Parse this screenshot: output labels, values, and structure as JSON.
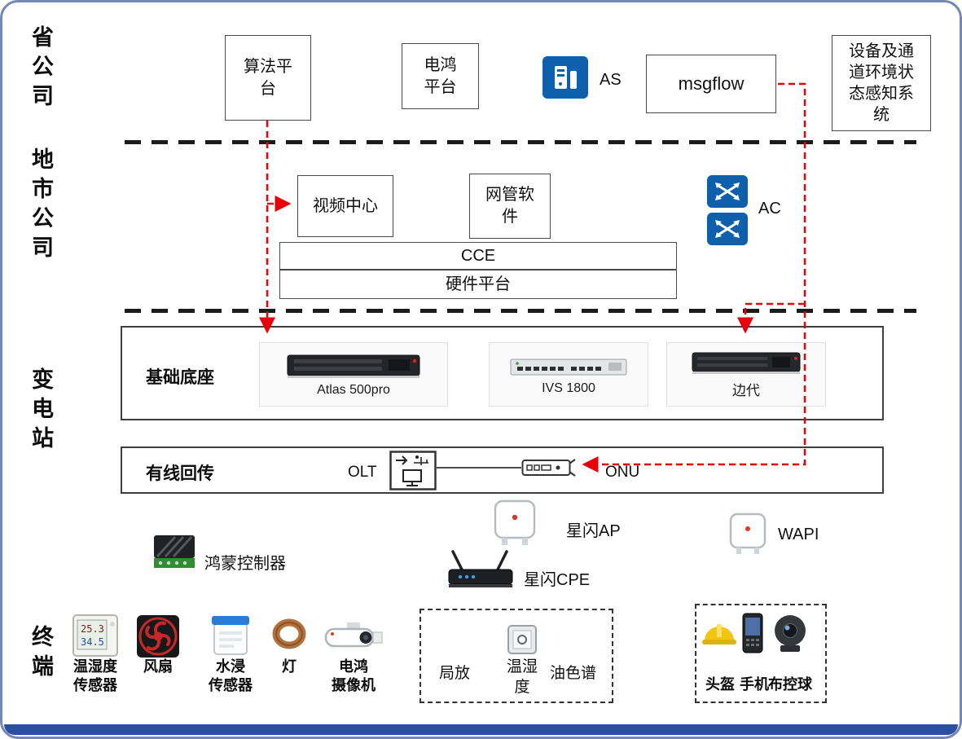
{
  "rail": {
    "province": "省公司",
    "city": "地市公司",
    "substation": "变电站",
    "terminal": "终端"
  },
  "province_layer": {
    "algorithm_platform": "算法平\n台",
    "dianhong_platform": "电鸿\n平台",
    "as_label": "AS",
    "msgflow_label": "msgflow",
    "sensing_system": "设备及通\n道环境状\n态感知系\n统"
  },
  "city_layer": {
    "video_center": "视频中心",
    "nms_software": "网管软\n件",
    "ac_label": "AC",
    "cce": "CCE",
    "hardware_platform": "硬件平台"
  },
  "substation_layer": {
    "base_title": "基础底座",
    "atlas_caption": "Atlas 500pro",
    "ivs_caption": "IVS 1800",
    "edge_caption": "边代",
    "wired_title": "有线回传",
    "olt_label": "OLT",
    "onu_label": "ONU"
  },
  "wireless": {
    "harmony_controller": "鸿蒙控制器",
    "nearlink_ap": "星闪AP",
    "nearlink_cpe": "星闪CPE",
    "wapi": "WAPI"
  },
  "terminal_layer": {
    "temp_humidity_sensor": "温湿度\n传感器",
    "fan": "风扇",
    "water_sensor": "水浸\n传感器",
    "light": "灯",
    "camera": "电鸿\n摄像机",
    "pd_group": {
      "partial_discharge": "局放",
      "temp_humidity": "温湿\n度",
      "oil_chromatography": "油色谱"
    },
    "person_group": {
      "helmet": "头盔",
      "phone": "手机",
      "control_ball": "布控球"
    }
  },
  "sensor_display": {
    "temp": "25.3",
    "humidity": "34.5"
  },
  "colors": {
    "accent_blue": "#0e60ad",
    "arrow_red": "#e8000b",
    "outer_border": "#7388b6",
    "bottom_bar": "#2d4f9f"
  }
}
